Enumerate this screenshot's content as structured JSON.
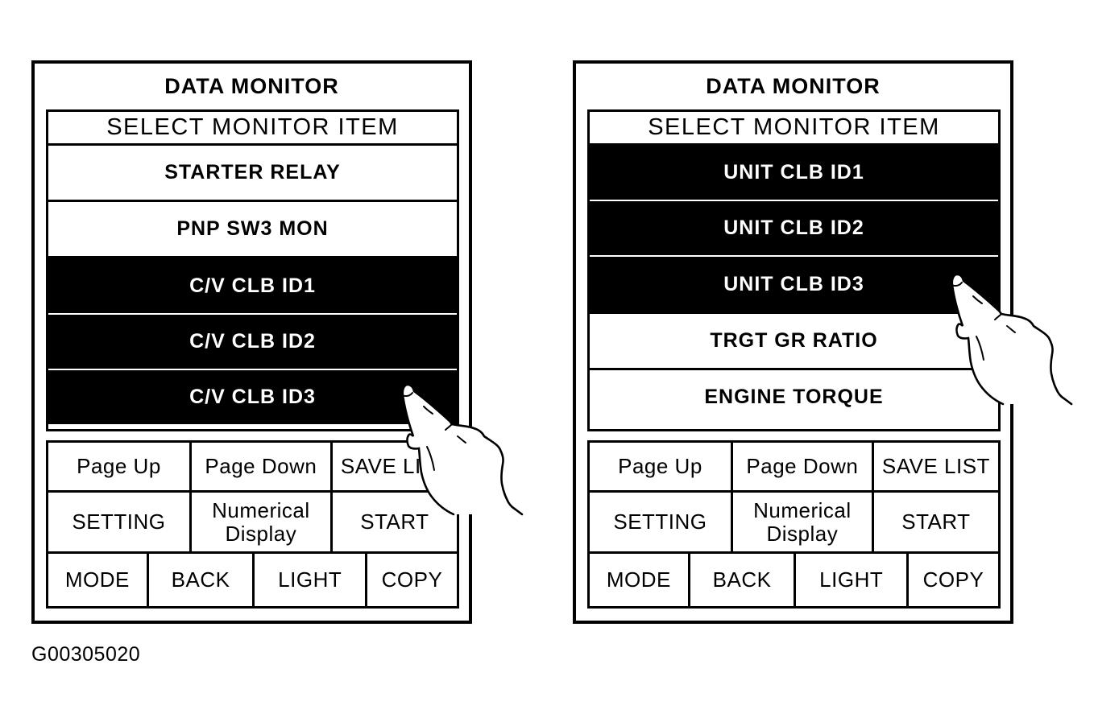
{
  "figure": {
    "caption": "G00305020"
  },
  "colors": {
    "ink": "#000000",
    "paper": "#ffffff",
    "selected_row_bg": "#000000",
    "selected_row_text": "#ffffff"
  },
  "panels": [
    {
      "name": "left",
      "title": "DATA MONITOR",
      "list_header": "SELECT MONITOR ITEM",
      "items": [
        {
          "label": "STARTER RELAY",
          "selected": false
        },
        {
          "label": "PNP SW3 MON",
          "selected": false
        },
        {
          "label": "C/V CLB ID1",
          "selected": true
        },
        {
          "label": "C/V CLB ID2",
          "selected": true
        },
        {
          "label": "C/V CLB ID3",
          "selected": true
        }
      ],
      "button_rows": [
        [
          "Page Up",
          "Page Down",
          "SAVE LIST"
        ],
        [
          "SETTING",
          "Numerical Display",
          "START"
        ],
        [
          "MODE",
          "BACK",
          "LIGHT",
          "COPY"
        ]
      ],
      "hand_pointer": {
        "target_item": "C/V CLB ID3"
      }
    },
    {
      "name": "right",
      "title": "DATA MONITOR",
      "list_header": "SELECT MONITOR ITEM",
      "items": [
        {
          "label": "UNIT CLB ID1",
          "selected": true
        },
        {
          "label": "UNIT CLB ID2",
          "selected": true
        },
        {
          "label": "UNIT CLB ID3",
          "selected": true
        },
        {
          "label": "TRGT GR RATIO",
          "selected": false
        },
        {
          "label": "ENGINE TORQUE",
          "selected": false
        }
      ],
      "button_rows": [
        [
          "Page Up",
          "Page Down",
          "SAVE LIST"
        ],
        [
          "SETTING",
          "Numerical Display",
          "START"
        ],
        [
          "MODE",
          "BACK",
          "LIGHT",
          "COPY"
        ]
      ],
      "hand_pointer": {
        "target_item": "UNIT CLB ID3"
      }
    }
  ]
}
